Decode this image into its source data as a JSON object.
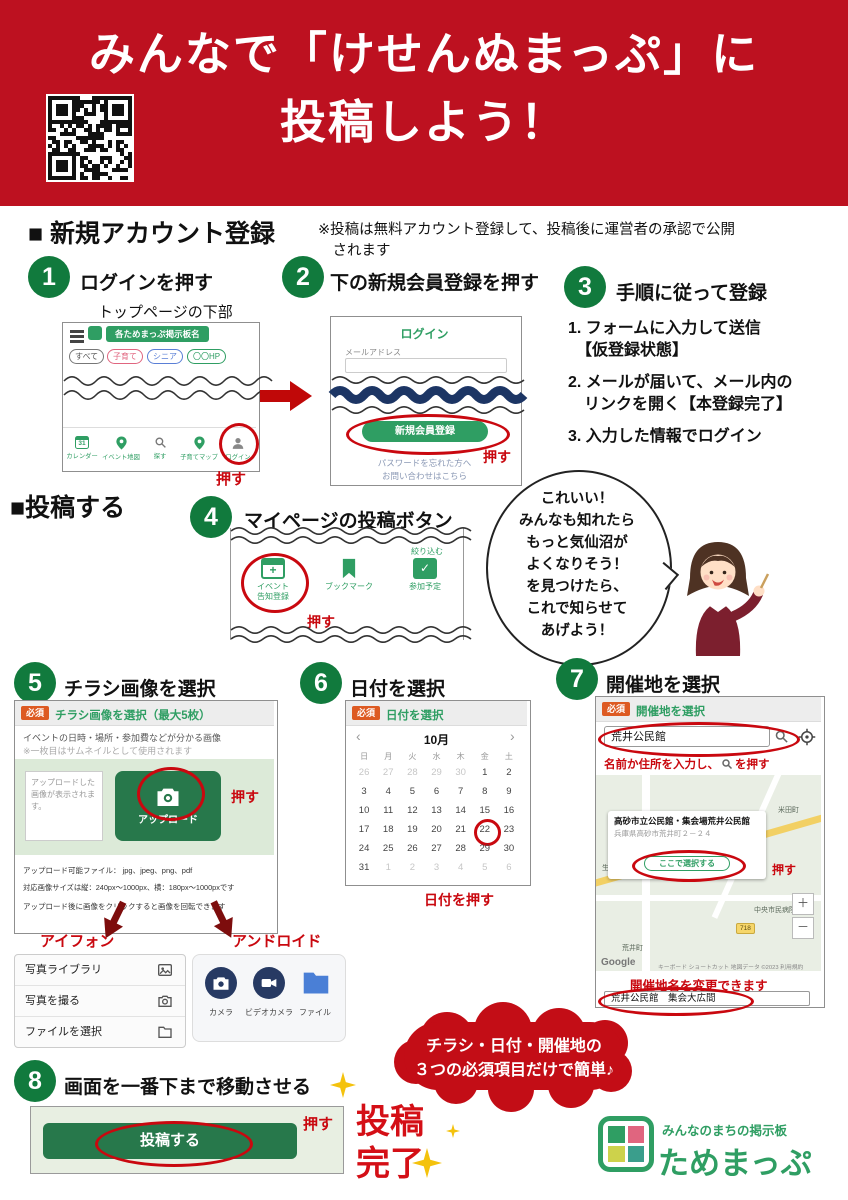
{
  "colors": {
    "header_red": "#bd1120",
    "annotation_red": "#c9080f",
    "step_circle_green": "#117a3d",
    "brand_green": "#2f9e63",
    "badge_orange": "#dd5a22",
    "button_green": "#27784b",
    "navy": "#1c3564"
  },
  "icons": {
    "qr-code": "qr pattern",
    "hamburger": "three bars",
    "calendar": "calendar with 31",
    "map-pin": "location pin",
    "search": "magnifier",
    "person": "user silhouette",
    "bookmark": "bookmark ribbon",
    "calendar-check": "calendar with check",
    "camera": "camera",
    "photo": "picture frame",
    "folder": "folder",
    "videocam": "video camera",
    "gps-target": "crosshair",
    "sparkle": "four point star"
  },
  "header": {
    "title_line1": "みんなで「けせんぬまっぷ」に",
    "title_line2": "投稿しよう！"
  },
  "register": {
    "heading": "■ 新規アカウント登録",
    "note": "※投稿は無料アカウント登録して、投稿後に運営者の承認で公開\n　されます"
  },
  "post_heading": "■投稿する",
  "s1": {
    "num": "1",
    "title": "ログインを押す",
    "caption": "トップページの下部",
    "press": "押す",
    "app": {
      "board_name": "各ためまっぷ掲示板名",
      "chips": [
        "すべて",
        "子育て",
        "シニア",
        "〇〇HP"
      ],
      "nav": [
        "カレンダー",
        "イベント地図",
        "探す",
        "子育てマップ",
        "ログイン"
      ],
      "calendar_icon_label": "31"
    }
  },
  "s2": {
    "num": "2",
    "title": "下の新規会員登録を押す",
    "press": "押す",
    "screen": {
      "title": "ログイン",
      "email_label": "メールアドレス",
      "register_button": "新規会員登録",
      "forgot_link": "パスワードを忘れた方へ",
      "contact_link": "お問い合わせはこちら"
    }
  },
  "s3": {
    "num": "3",
    "title": "手順に従って登録",
    "items": [
      "1. フォームに入力して送信\n　【仮登録状態】",
      "2. メールが届いて、メール内の\n　リンクを開く【本登録完了】",
      "3. 入力した情報でログイン"
    ]
  },
  "s4": {
    "num": "4",
    "title": "マイページの投稿ボタン",
    "press": "押す",
    "screen": {
      "filter_label": "絞り込む",
      "buttons": [
        "イベント\n告知登録",
        "ブックマーク",
        "参加予定"
      ]
    }
  },
  "bubble": {
    "text": "これいい！\nみんなも知れたら\nもっと気仙沼が\nよくなりそう！\nを見つけたら、\nこれで知らせて\nあげよう！"
  },
  "s5": {
    "num": "5",
    "title": "チラシ画像を選択",
    "press": "押す",
    "iphone_label": "アイフォン",
    "android_label": "アンドロイド",
    "iphone_menu": [
      "写真ライブラリ",
      "写真を撮る",
      "ファイルを選択"
    ],
    "android_menu": [
      "カメラ",
      "ビデオカメラ",
      "ファイル"
    ],
    "screen": {
      "badge": "必須",
      "header": "チラシ画像を選択（最大5枚）",
      "info1": "イベントの日時・場所・参加費などが分かる画像",
      "info2": "※一枚目はサムネイルとして使用されます",
      "placeholder": "アップロードした画像が表示されます。",
      "upload_button": "アップロード",
      "note1": "アップロード可能ファイル： jpg、jpeg、png、pdf",
      "note2": "対応画像サイズは縦：240px〜1000px、横：180px〜1000pxです",
      "note3": "アップロード後に画像をクリックすると画像を回転できます"
    }
  },
  "s6": {
    "num": "6",
    "title": "日付を選択",
    "annotation": "日付を押す",
    "screen": {
      "badge": "必須",
      "header": "日付を選択",
      "calendar": {
        "month": "10月",
        "prev": "‹",
        "next": "›",
        "day_headers": [
          "日",
          "月",
          "火",
          "水",
          "木",
          "金",
          "土"
        ],
        "leading_days": [
          "26",
          "27",
          "28",
          "29",
          "30"
        ],
        "days_in_month": 31,
        "trailing_days": [
          "1",
          "2",
          "3",
          "4",
          "5",
          "6"
        ],
        "highlight_day": "22"
      }
    }
  },
  "s7": {
    "num": "7",
    "title": "開催地を選択",
    "press": "押す",
    "annotation_search": "名前か住所を入力し、",
    "annotation_search2": "を押す",
    "annotation_rename": "開催地名を変更できます",
    "screen": {
      "badge": "必須",
      "header": "開催地を選択",
      "search_value": "荒井公民館",
      "poi": {
        "name": "高砂市立公民館・集会場荒井公民館",
        "address": "兵庫県高砂市荒井町２－２４",
        "select_button": "ここで選択する"
      },
      "map_labels": [
        "生石神社",
        "米田町",
        "中央市民病院",
        "荒井町"
      ],
      "route_badge": "718",
      "zoom_in": "＋",
      "zoom_out": "－",
      "google": "Google",
      "attribution": "キーボード ショートカット 地図データ ©2023 利用規約",
      "venue_value": "荒井公民館　集会大広間"
    }
  },
  "blob": {
    "line1": "チラシ・日付・開催地の",
    "line2": "３つの必須項目だけで簡単♪"
  },
  "s8": {
    "num": "8",
    "title": "画面を一番下まで移動させる",
    "press": "押す",
    "submit_button": "投稿する"
  },
  "done": {
    "line1": "投稿",
    "line2": "完了"
  },
  "logo": {
    "tagline": "みんなのまちの掲示板",
    "name": "ためまっぷ"
  }
}
